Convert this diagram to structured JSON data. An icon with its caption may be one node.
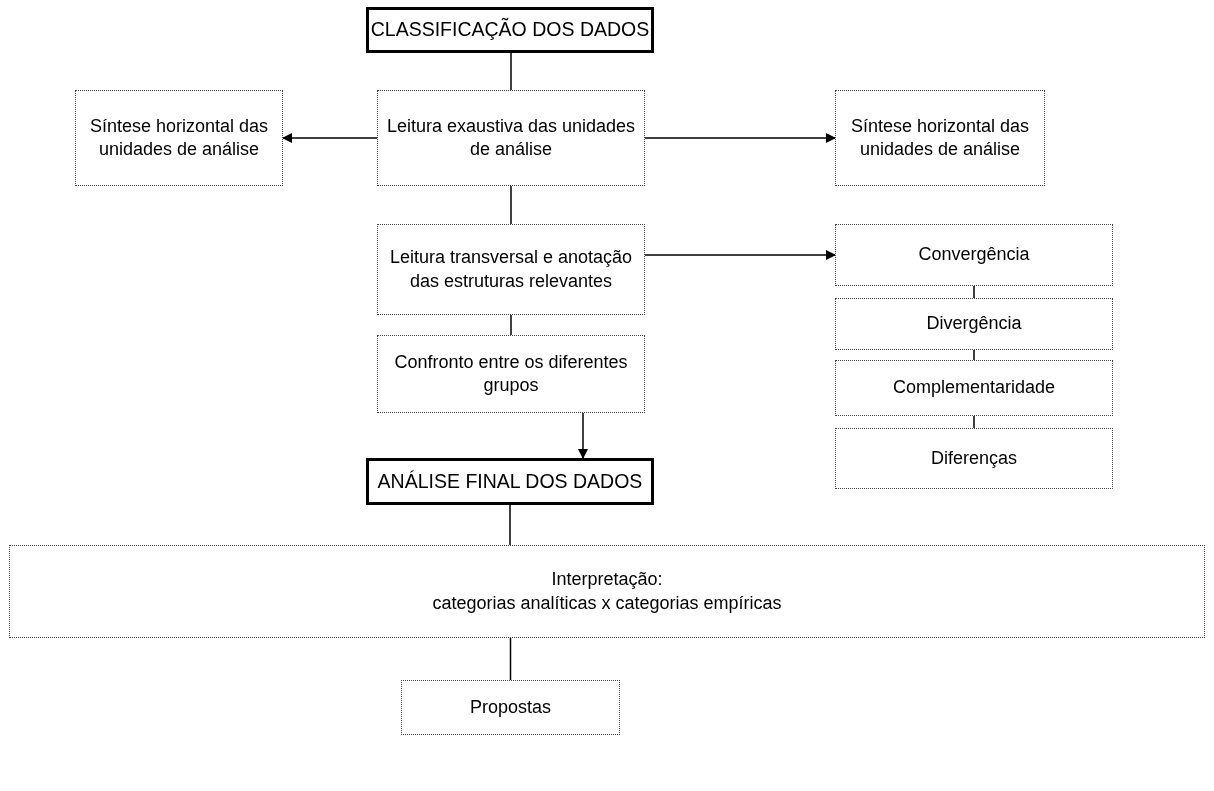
{
  "diagram": {
    "nodes": [
      {
        "text": [
          "CLASSIFICAÇÃO DOS DADOS"
        ]
      },
      {
        "text": [
          "Síntese horizontal das unidades de análise"
        ]
      },
      {
        "text": [
          "Leitura exaustiva das unidades de análise"
        ]
      },
      {
        "text": [
          "Síntese horizontal das unidades de análise"
        ]
      },
      {
        "text": [
          "Leitura transversal e anotação das estruturas relevantes"
        ]
      },
      {
        "text": [
          "Convergência"
        ]
      },
      {
        "text": [
          "Divergência"
        ]
      },
      {
        "text": [
          "Confronto entre os diferentes grupos"
        ]
      },
      {
        "text": [
          "Complementaridade"
        ]
      },
      {
        "text": [
          "Diferenças"
        ]
      },
      {
        "text": [
          "ANÁLISE FINAL DOS DADOS"
        ]
      },
      {
        "text": [
          "Interpretação:",
          "categorias analíticas x categorias empíricas"
        ]
      },
      {
        "text": [
          "Propostas"
        ]
      }
    ],
    "edges": [
      {
        "from": 0,
        "to": 2,
        "arrow": "none"
      },
      {
        "from": 2,
        "to": 1,
        "arrow": "to"
      },
      {
        "from": 2,
        "to": 3,
        "arrow": "to"
      },
      {
        "from": 2,
        "to": 4,
        "arrow": "none"
      },
      {
        "from": 4,
        "to": 5,
        "arrow": "to"
      },
      {
        "from": 5,
        "to": 6,
        "arrow": "none"
      },
      {
        "from": 4,
        "to": 7,
        "arrow": "none"
      },
      {
        "from": 6,
        "to": 8,
        "arrow": "none"
      },
      {
        "from": 8,
        "to": 9,
        "arrow": "none"
      },
      {
        "from": 7,
        "to": 10,
        "arrow": "to"
      },
      {
        "from": 10,
        "to": 11,
        "arrow": "none"
      },
      {
        "from": 11,
        "to": 12,
        "arrow": "none"
      }
    ]
  }
}
